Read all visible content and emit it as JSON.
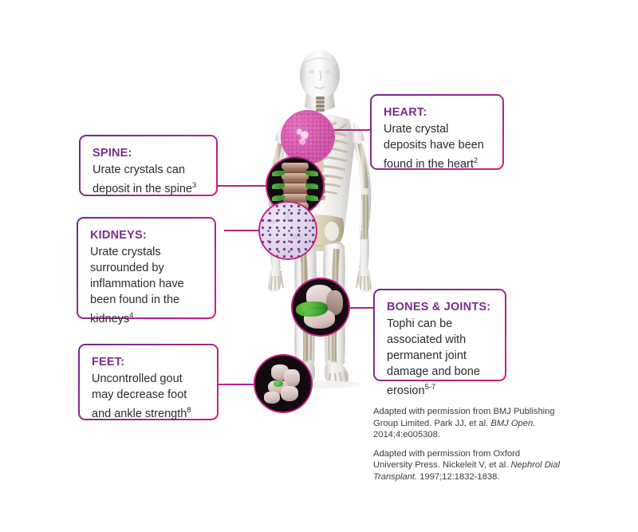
{
  "meta": {
    "title": "Gout systemic effects body infographic",
    "accent_purple": "#7B2D8E",
    "accent_magenta": "#C71F82",
    "background": "#FFFFFF"
  },
  "figure": {
    "alt_name": "male-anatomy-skeleton-figure",
    "description": "Translucent male body showing skeleton with magnified circular insets"
  },
  "callouts": [
    {
      "id": "spine",
      "title": "SPINE:",
      "body": "Urate crystals can deposit in the spine",
      "reference": "3"
    },
    {
      "id": "kidneys",
      "title": "KIDNEYS:",
      "body": "Urate crystals surrounded by inflammation have been found in the kidneys",
      "reference": "4"
    },
    {
      "id": "feet",
      "title": "FEET:",
      "body": "Uncontrolled gout may decrease foot and ankle strength",
      "reference": "8"
    },
    {
      "id": "heart",
      "title": "HEART:",
      "body": "Urate crystal deposits have been found in the heart",
      "reference": "2"
    },
    {
      "id": "bones_joints",
      "title": "BONES & JOINTS:",
      "body": "Tophi can be associated with permanent joint damage and bone erosion",
      "reference": "5-7"
    }
  ],
  "insets": [
    {
      "id": "heart",
      "label": "heart-magnified-inset"
    },
    {
      "id": "spine",
      "label": "spine-vertebrae-magnified-inset"
    },
    {
      "id": "kidney",
      "label": "kidney-histology-magnified-inset"
    },
    {
      "id": "knee",
      "label": "knee-joint-tophi-magnified-inset"
    },
    {
      "id": "foot",
      "label": "foot-ankle-magnified-inset"
    }
  ],
  "footnotes": [
    {
      "id": "bmj",
      "line1": "Adapted with permission from BMJ",
      "line2": "Publishing Group Limited. Park JJ, et al.",
      "italic": "BMJ Open.",
      "line3": " 2014;4:e005308."
    },
    {
      "id": "oxford",
      "line1": "Adapted with permission from Oxford",
      "line2": "University Press. Nickeleit V, et al. ",
      "italic": "Nephrol Dial Transplant.",
      "line3": " 1997;12:1832-1838."
    }
  ]
}
